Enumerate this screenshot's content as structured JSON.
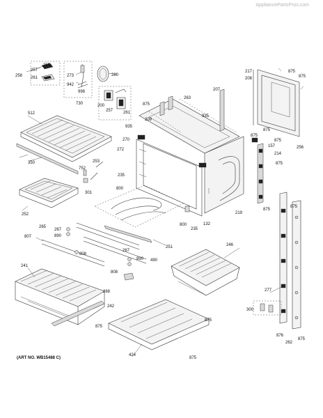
{
  "watermark": "AppliancePartsPros.com",
  "art_number": "(ART NO. WB15488 C)",
  "part_labels": [
    "512",
    "350",
    "752",
    "253",
    "301",
    "252",
    "265",
    "267",
    "890",
    "807",
    "808",
    "241",
    "268",
    "242",
    "875",
    "424",
    "875",
    "875",
    "800",
    "251",
    "490",
    "267",
    "890",
    "808",
    "246",
    "300",
    "876",
    "262",
    "875",
    "277",
    "875",
    "219",
    "132",
    "235",
    "800",
    "235",
    "875",
    "875",
    "157",
    "256",
    "214",
    "875",
    "875",
    "875",
    "208",
    "207",
    "217",
    "875",
    "875",
    "935",
    "270",
    "272",
    "263",
    "935",
    "875",
    "209",
    "200",
    "257",
    "261",
    "273",
    "942",
    "998",
    "730",
    "257",
    "261",
    "280",
    "258",
    "255"
  ]
}
